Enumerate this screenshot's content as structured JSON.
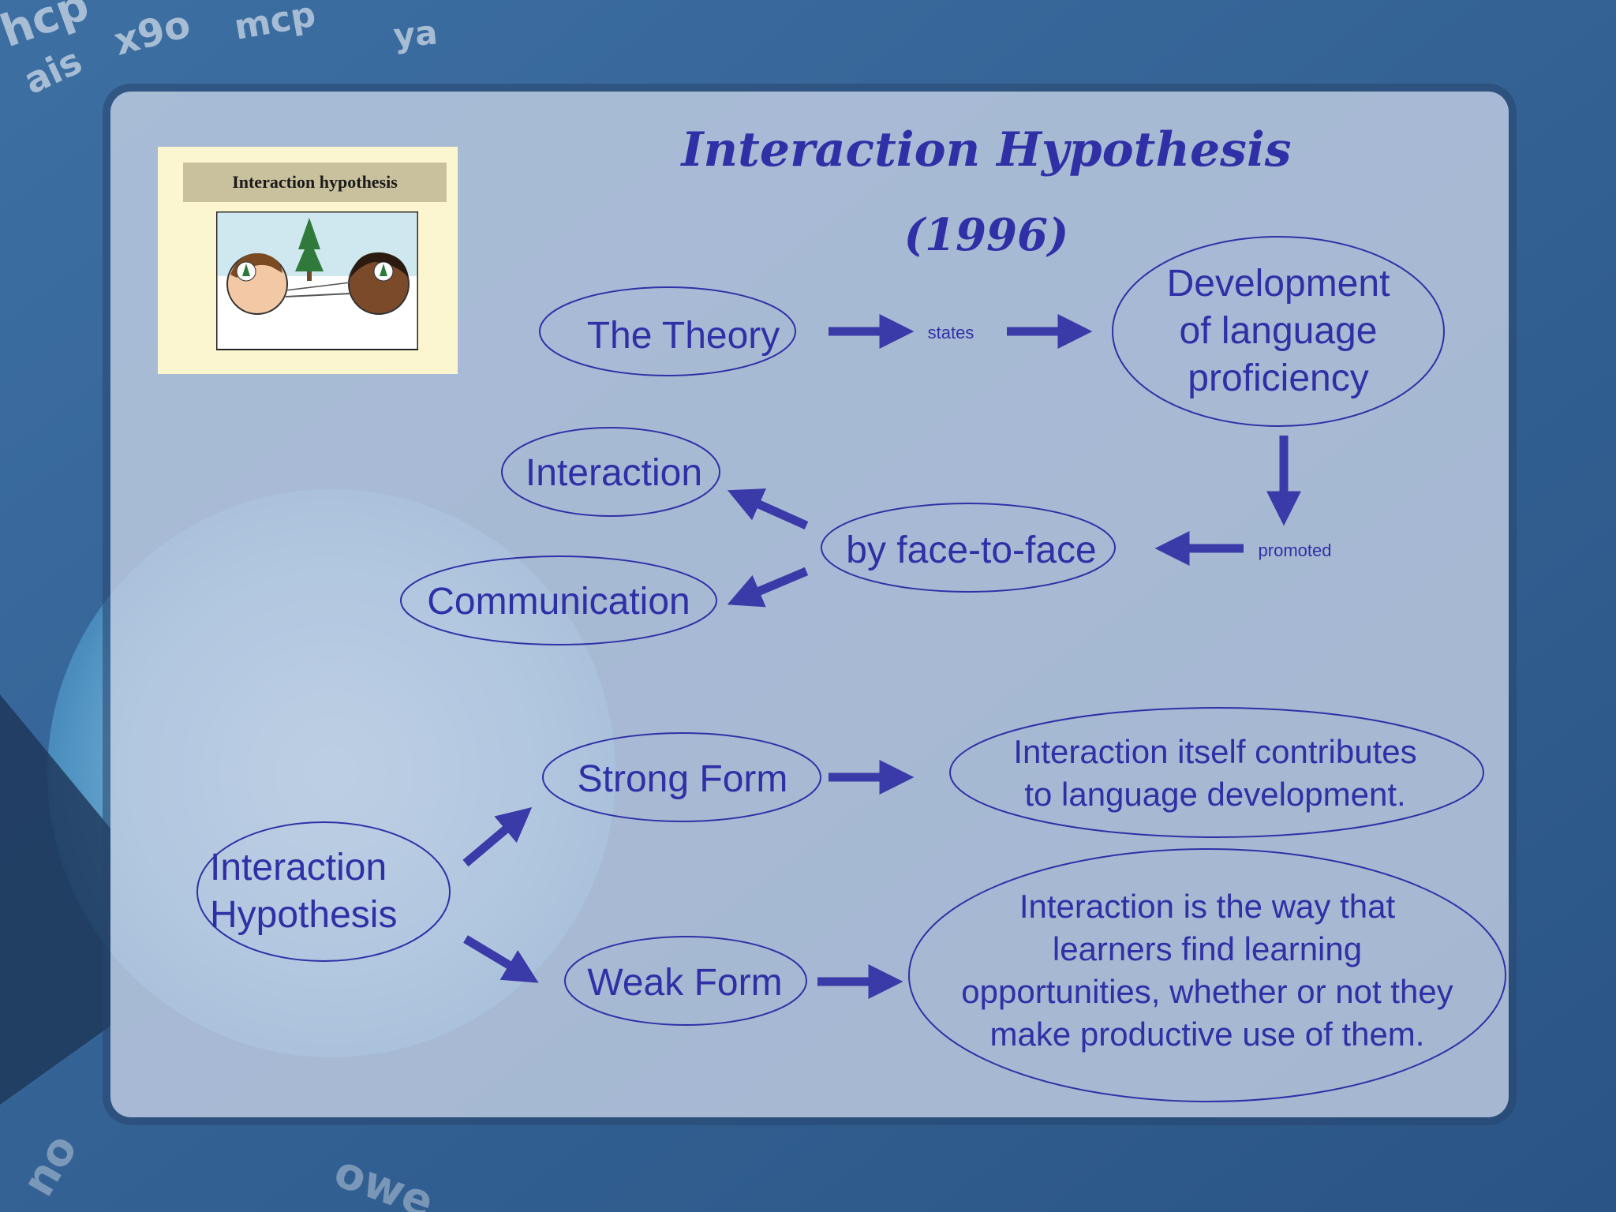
{
  "slide": {
    "title": "Interaction Hypothesis",
    "year": "(1996)"
  },
  "thumbnail": {
    "title": "Interaction hypothesis",
    "icon": "two-people-talking-about-tree"
  },
  "nodes": {
    "the_theory": "The Theory",
    "development": [
      "Development",
      "of language",
      "proficiency"
    ],
    "face_to_face": "by face-to-face",
    "interaction": "Interaction",
    "communication": "Communication",
    "interaction_hypothesis": [
      "Interaction",
      "Hypothesis"
    ],
    "strong_form": "Strong Form",
    "weak_form": "Weak Form",
    "strong_desc": [
      "Interaction itself contributes",
      "to language development."
    ],
    "weak_desc": [
      "Interaction is the way that",
      "learners find learning",
      "opportunities, whether or not they",
      "make productive use of them."
    ]
  },
  "edge_labels": {
    "states": "states",
    "promoted": "promoted"
  },
  "colors": {
    "text": "#2f30a6",
    "arrow": "#3a3aa8",
    "background": "#2f5b8c",
    "panel": "#c4d0e4"
  }
}
